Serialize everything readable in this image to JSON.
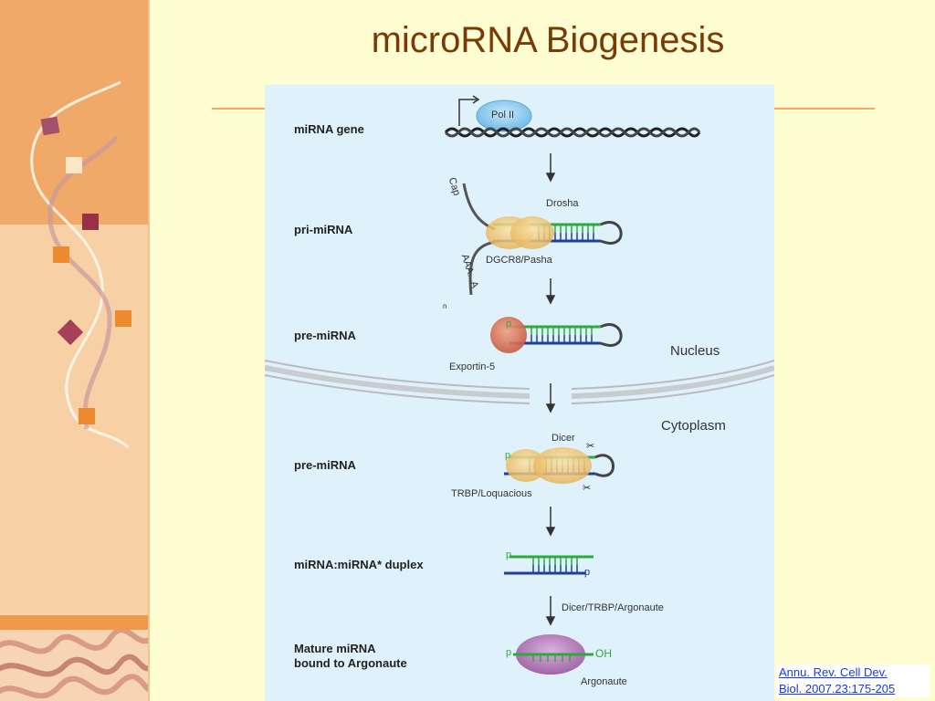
{
  "slide": {
    "title": "microRNA Biogenesis",
    "citation_line1": "Annu. Rev. Cell Dev.",
    "citation_line2": "Biol. 2007.23:175-205"
  },
  "diagram": {
    "steps": [
      "miRNA gene",
      "pri-miRNA",
      "pre-miRNA",
      "pre-miRNA",
      "miRNA:miRNA* duplex",
      "Mature miRNA",
      "bound to Argonaute"
    ],
    "labels": {
      "pol2": "Pol II",
      "cap": "Cap",
      "drosha": "Drosha",
      "dgcr8": "DGCR8/Pasha",
      "polya": "AAA...A",
      "polya_sub": "n",
      "exportin": "Exportin-5",
      "nucleus": "Nucleus",
      "cytoplasm": "Cytoplasm",
      "dicer": "Dicer",
      "trbp": "TRBP/Loquacious",
      "p": "p",
      "dicer_trbp_ago": "Dicer/TRBP/Argonaute",
      "oh": "OH",
      "argonaute": "Argonaute"
    },
    "colors": {
      "panel_bg": "#dff1fb",
      "green_strand": "#2eaa3c",
      "blue_strand": "#1e3f9c",
      "orange_protein": "#f2c46e",
      "red_protein": "#d8735a",
      "purple_protein": "#b070b8",
      "pol2": "#8fcdf0",
      "membrane": "#c8ccd0"
    }
  }
}
